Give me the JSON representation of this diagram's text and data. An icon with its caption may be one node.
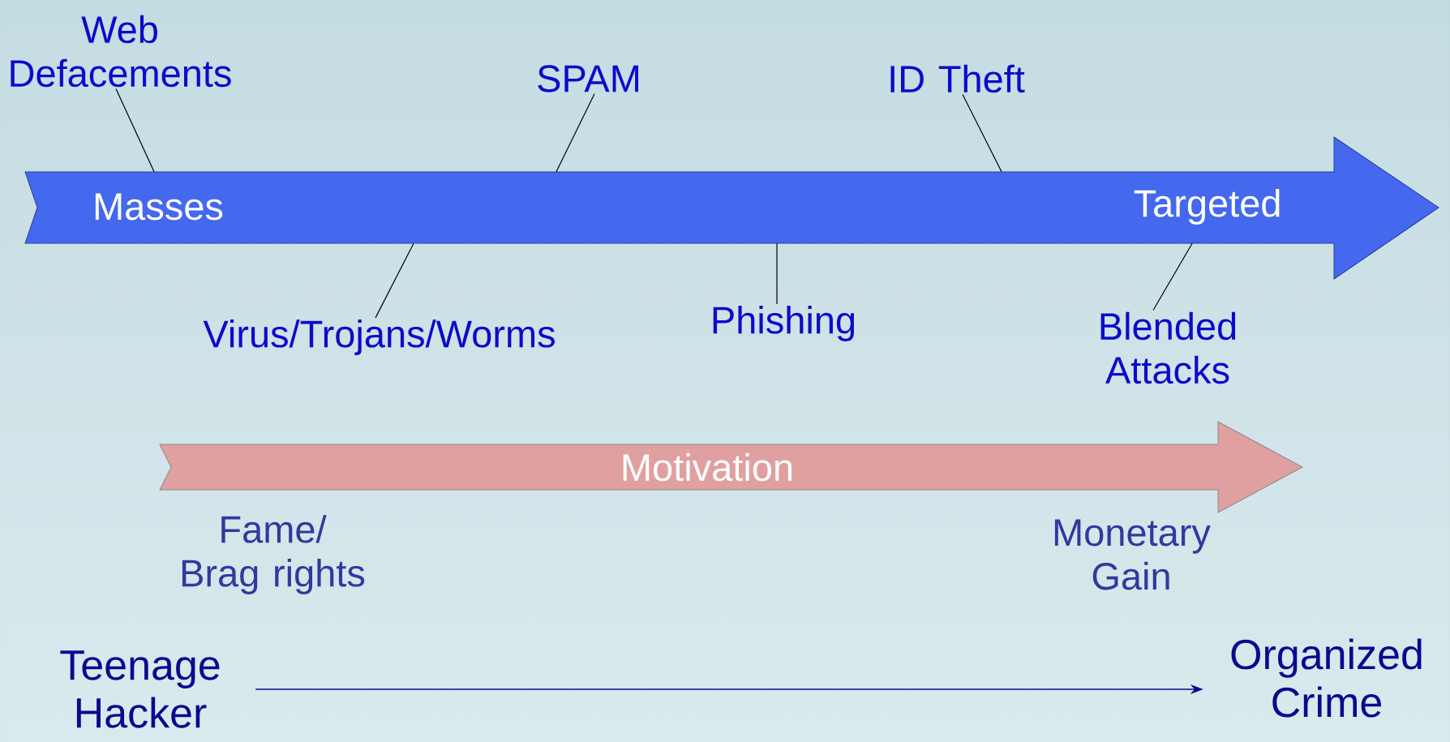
{
  "diagram": {
    "nodes": [
      {
        "text": [
          "Web Defacements"
        ]
      },
      {
        "text": [
          "SPAM"
        ]
      },
      {
        "text": [
          "ID Theft"
        ]
      },
      {
        "text": [
          "Masses",
          "Targeted"
        ]
      },
      {
        "text": [
          "Virus/Trojans/Worms"
        ]
      },
      {
        "text": [
          "Phishing"
        ]
      },
      {
        "text": [
          "Blended Attacks"
        ]
      },
      {
        "text": [
          "Motivation"
        ]
      },
      {
        "text": [
          "Teenage Hacker"
        ]
      },
      {
        "text": [
          "Organized Crime"
        ]
      }
    ],
    "edges": [
      {
        "from": 0,
        "to": 3,
        "arrow": "none"
      },
      {
        "from": 1,
        "to": 3,
        "arrow": "none"
      },
      {
        "from": 2,
        "to": 3,
        "arrow": "none"
      },
      {
        "from": 4,
        "to": 3,
        "arrow": "none"
      },
      {
        "from": 5,
        "to": 3,
        "arrow": "none"
      },
      {
        "from": 6,
        "to": 3,
        "arrow": "none"
      },
      {
        "from": 8,
        "to": 9,
        "arrow": "to",
        "color": "#0a0a8f"
      }
    ],
    "labels": [
      "Fame/ Brag rights",
      "Monetary Gain"
    ]
  }
}
